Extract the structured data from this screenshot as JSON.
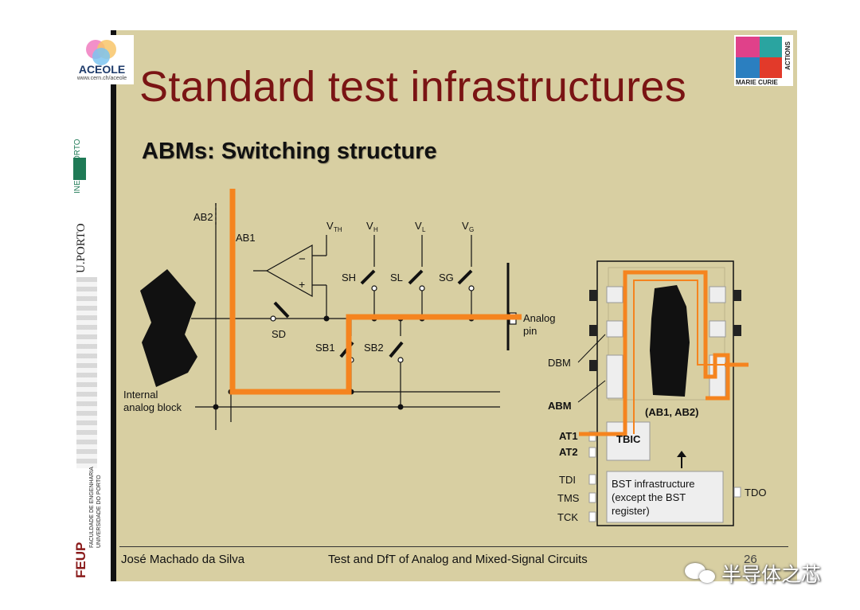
{
  "slide": {
    "title": "Standard test infrastructures",
    "subtitle": "ABMs: Switching structure",
    "footer": {
      "author": "José Machado da Silva",
      "course": "Test and DfT of Analog and Mixed-Signal Circuits",
      "page": "26"
    }
  },
  "logos": {
    "aceole_name": "ACEOLE",
    "aceole_url": "www.cern.ch/aceole",
    "inesc": "INESC PORTO",
    "uporto": "U.PORTO",
    "feup": "FEUP",
    "feup_sub1": "FACULDADE DE ENGENHARIA",
    "feup_sub2": "UNIVERSIDADE DO PORTO",
    "marie_curie_bottom": "MARIE CURIE",
    "marie_curie_side": "ACTIONS"
  },
  "switch_diagram": {
    "ab2": "AB2",
    "ab1": "AB1",
    "vth": "V",
    "vth_sub": "TH",
    "vh": "V",
    "vh_sub": "H",
    "vl": "V",
    "vl_sub": "L",
    "vg": "V",
    "vg_sub": "G",
    "sh": "SH",
    "sl": "SL",
    "sg": "SG",
    "sd": "SD",
    "sb1": "SB1",
    "sb2": "SB2",
    "analog_pin_1": "Analog",
    "analog_pin_2": "pin",
    "internal_1": "Internal",
    "internal_2": "analog block",
    "op_minus": "−",
    "op_plus": "+"
  },
  "chip_diagram": {
    "dbm": "DBM",
    "abm": "ABM",
    "core_label": "(AB1, AB2)",
    "tbic": "TBIC",
    "at1": "AT1",
    "at2": "AT2",
    "tdi": "TDI",
    "tms": "TMS",
    "tck": "TCK",
    "tdo": "TDO",
    "bst_1": "BST infrastructure",
    "bst_2": "(except the BST",
    "bst_3": "register)"
  },
  "watermark": "半导体之芯",
  "colors": {
    "background": "#d8cfa2",
    "title": "#7a1414",
    "highlight": "#f5841f"
  }
}
